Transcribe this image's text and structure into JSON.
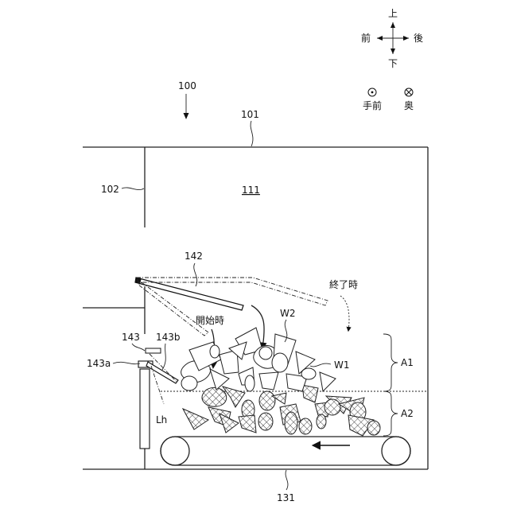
{
  "directions": {
    "up": "上",
    "down": "下",
    "front": "前",
    "back": "後",
    "near": "手前",
    "far": "奥"
  },
  "labels": {
    "device": "100",
    "housing": "101",
    "partition": "102",
    "chamber": "111",
    "conveyor": "131",
    "lever": "142",
    "sensor": "143",
    "sensor_a": "143a",
    "sensor_b": "143b",
    "level": "Lh",
    "start_state": "開始時",
    "end_state": "終了時",
    "item_w1": "W1",
    "item_w2": "W2",
    "region_a1": "A1",
    "region_a2": "A2"
  }
}
